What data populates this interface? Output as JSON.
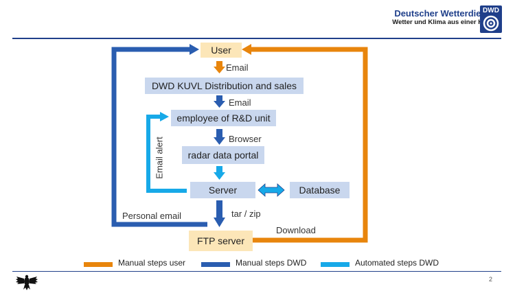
{
  "header": {
    "title": "Deutscher Wetterdienst",
    "subtitle": "Wetter und Klima aus einer Hand",
    "logo_text": "DWD"
  },
  "nodes": {
    "user": "User",
    "kuvl": "DWD KUVL Distribution and sales",
    "employee": "employee of R&D unit",
    "portal": "radar data portal",
    "server": "Server",
    "database": "Database",
    "ftp": "FTP server"
  },
  "edges": {
    "email1": "Email",
    "email2": "Email",
    "browser": "Browser",
    "tarzip": "tar / zip",
    "email_alert": "Email alert",
    "personal_email": "Personal email",
    "download": "Download"
  },
  "legend": {
    "manual_user": "Manual steps user",
    "manual_dwd": "Manual steps DWD",
    "automated_dwd": "Automated steps DWD"
  },
  "colors": {
    "manual_user": "#e8850c",
    "manual_dwd": "#2a5db0",
    "automated_dwd": "#17a9e8"
  },
  "page_number": "2"
}
